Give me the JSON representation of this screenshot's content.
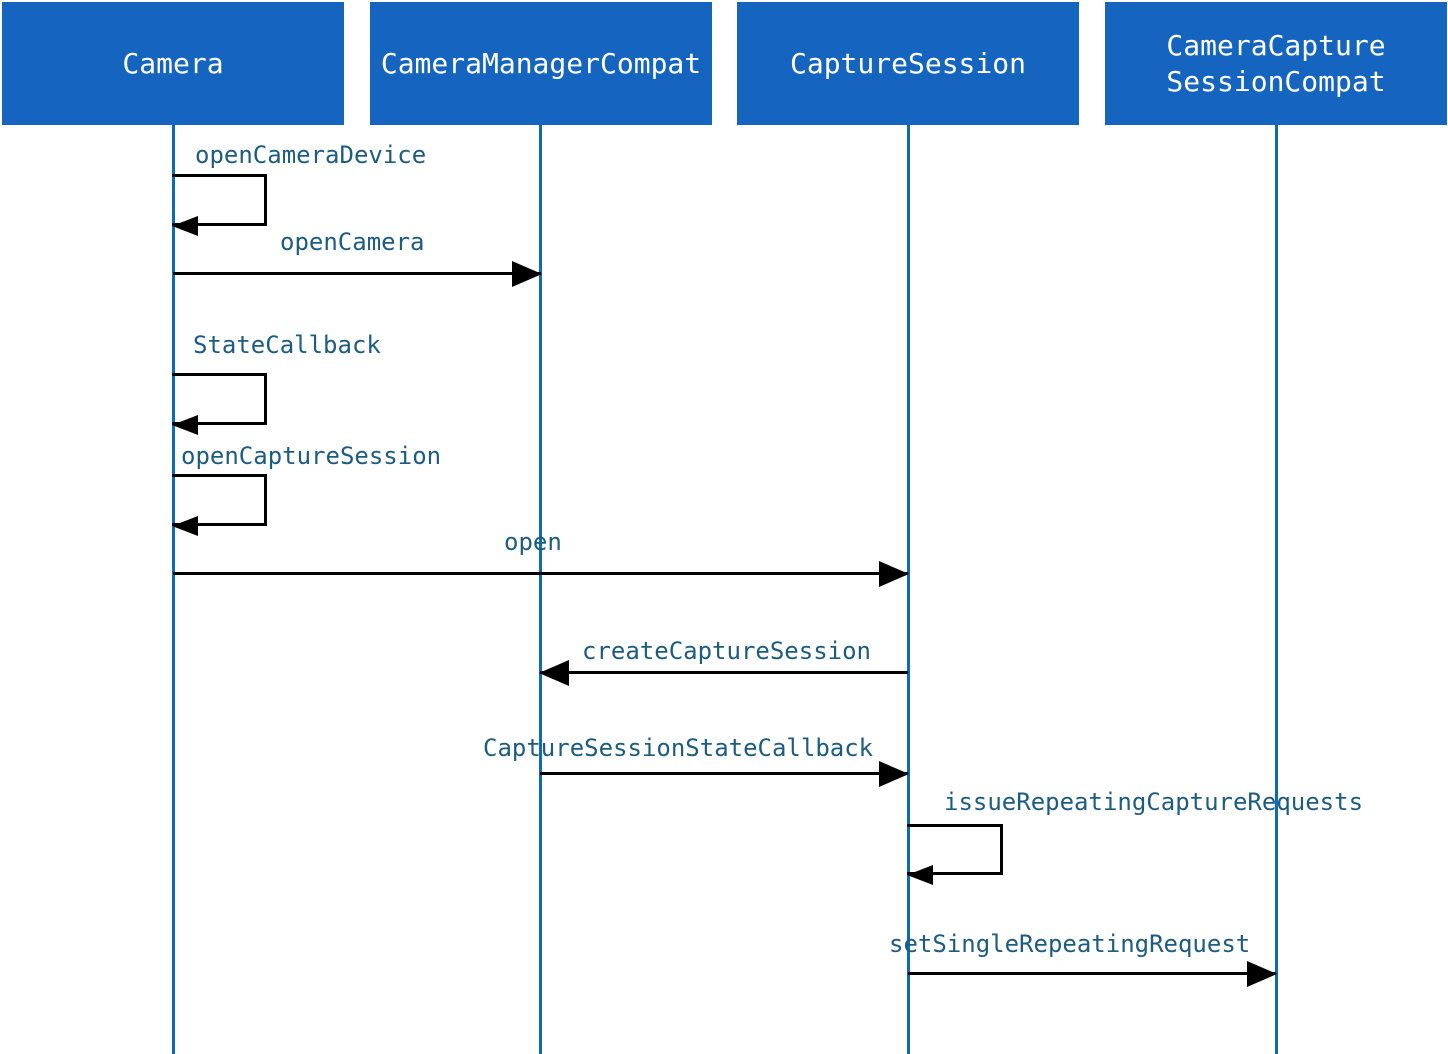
{
  "diagram": {
    "type": "uml-sequence-diagram",
    "colors": {
      "participant_fill": "#1565C0",
      "participant_text": "#FFFFFF",
      "lifeline": "#0B6CB7",
      "message_text": "#1D5C82",
      "arrow": "#000000",
      "background": "#FFFFFF"
    },
    "participants": [
      {
        "id": "camera",
        "name": "Camera"
      },
      {
        "id": "camera-manager-compat",
        "name": "CameraManagerCompat"
      },
      {
        "id": "capture-session",
        "name": "CaptureSession"
      },
      {
        "id": "camera-capture-session-compat",
        "name": "CameraCapture\nSessionCompat"
      }
    ],
    "messages": [
      {
        "label": "openCameraDevice",
        "from": "camera",
        "to": "camera",
        "kind": "self-call"
      },
      {
        "label": "openCamera",
        "from": "camera",
        "to": "camera-manager-compat",
        "kind": "call"
      },
      {
        "label": "StateCallback",
        "from": "camera",
        "to": "camera",
        "kind": "self-call"
      },
      {
        "label": "openCaptureSession",
        "from": "camera",
        "to": "camera",
        "kind": "self-call"
      },
      {
        "label": "open",
        "from": "camera",
        "to": "capture-session",
        "kind": "call"
      },
      {
        "label": "createCaptureSession",
        "from": "capture-session",
        "to": "camera-manager-compat",
        "kind": "call"
      },
      {
        "label": "CaptureSessionStateCallback",
        "from": "camera-manager-compat",
        "to": "capture-session",
        "kind": "call"
      },
      {
        "label": "issueRepeatingCaptureRequests",
        "from": "capture-session",
        "to": "capture-session",
        "kind": "self-call"
      },
      {
        "label": "setSingleRepeatingRequest",
        "from": "capture-session",
        "to": "camera-capture-session-compat",
        "kind": "call"
      }
    ]
  }
}
